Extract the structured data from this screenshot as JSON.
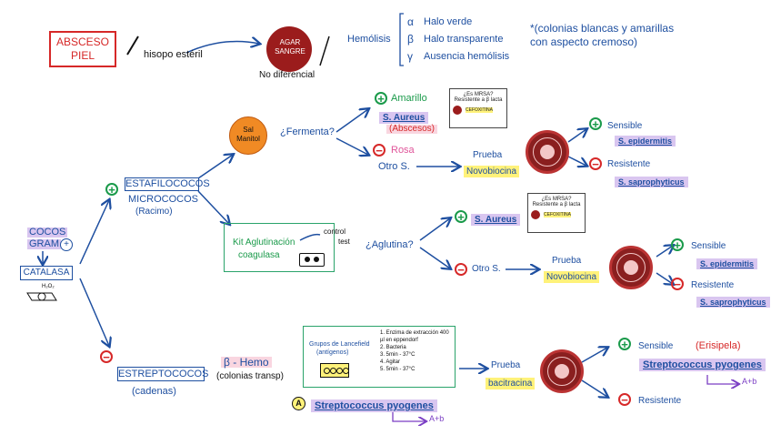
{
  "top": {
    "absceso": "ABSCESO PIEL",
    "hisopo": "hisopo estéril",
    "agar": "AGAR SANGRE",
    "no_diferencial": "No diferencial",
    "hemolisis_label": "Hemólisis",
    "alpha": "α",
    "alpha_text": "Halo verde",
    "beta": "β",
    "beta_text": "Halo transparente",
    "gamma": "γ",
    "gamma_text": "Ausencia hemólisis",
    "note": "*(colonias blancas y amarillas con aspecto cremoso)"
  },
  "left": {
    "cocos": "COCOS",
    "gram": "GRAM",
    "gram_sign": "+",
    "catalasa": "CATALASA",
    "h2o2": "H₂O₂"
  },
  "estafilo": {
    "title1": "ESTAFILOCOCOS",
    "title2": "MICROCOCOS",
    "sub": "(Racimo)",
    "sal_manitol": "Sal Manitol",
    "fermenta": "¿Fermenta?",
    "amarillo": "Amarillo",
    "s_aureus": "S. Aureus",
    "abscesos": "(Abscesos)",
    "rosa": "Rosa",
    "otro_s": "Otro S.",
    "prueba": "Prueba",
    "novobiocina": "Novobiocina",
    "sensible": "Sensible",
    "s_epidermitis": "S. epidermitis",
    "resistente": "Resistente",
    "s_saprophyticus": "S. saprophyticus",
    "card1_l1": "¿Es MRSA?",
    "card1_l2": "Resistente a β lacta",
    "card1_l3": "CEFOXITINA",
    "kit1": "Kit Aglutinación",
    "kit2": "coagulasa",
    "control": "control",
    "test": "test",
    "aglutina": "¿Aglutina?",
    "s_aureus2": "S. Aureus",
    "otro_s2": "Otro S.",
    "prueba2": "Prueba",
    "novobiocina2": "Novobiocina",
    "sensible2": "Sensible",
    "s_epidermitis2": "S. epidermitis",
    "resistente2": "Resistente",
    "s_saprophyticus2": "S. saprophyticus",
    "card2_l1": "¿Es MRSA?",
    "card2_l2": "Resistente a β lacta",
    "card2_l3": "CEFOXITINA"
  },
  "estrepto": {
    "title": "ESTREPTOCOCOS",
    "sub": "(cadenas)",
    "beta_hemo": "β - Hemo",
    "colonias": "(colonias transp)",
    "lancefield1": "Grupos de Lancefield",
    "lancefield2": "(antígenos)",
    "steps": [
      "1. Enzima de extracción 400 µl en eppendorf",
      "2. Bacteria",
      "3. 5min - 37°C",
      "4. Agitar",
      "5. 5min - 37°C"
    ],
    "a_label": "A",
    "s_pyogenes": "Streptococcus pyogenes",
    "atb": "A+b",
    "prueba": "Prueba",
    "bacitracina": "bacitracina",
    "sensible": "Sensible",
    "erisipela": "(Erisipela)",
    "s_pyogenes2": "Streptococcus pyogenes",
    "atb2": "A+b",
    "resistente": "Resistente"
  }
}
